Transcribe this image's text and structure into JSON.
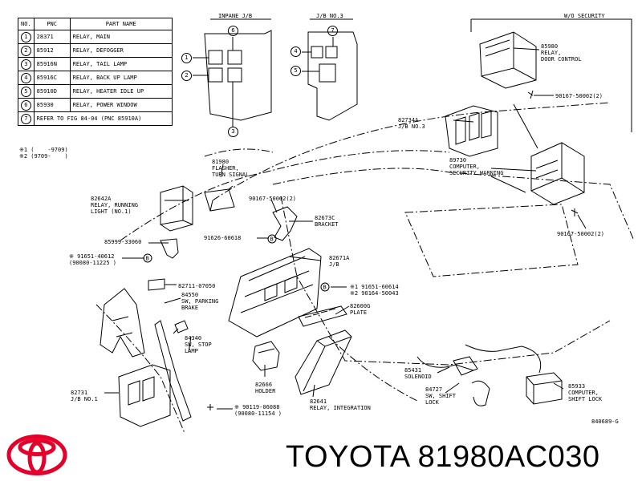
{
  "table": {
    "headers": [
      "NO.",
      "PNC",
      "PART NAME"
    ],
    "rows": [
      {
        "no": "1",
        "pnc": "28371",
        "name": "RELAY, MAIN"
      },
      {
        "no": "2",
        "pnc": "85912",
        "name": "RELAY, DEFOGGER"
      },
      {
        "no": "3",
        "pnc": "85916N",
        "name": "RELAY, TAIL LAMP"
      },
      {
        "no": "4",
        "pnc": "85916C",
        "name": "RELAY, BACK UP LAMP"
      },
      {
        "no": "5",
        "pnc": "85910D",
        "name": "RELAY, HEATER IDLE UP"
      },
      {
        "no": "6",
        "pnc": "85930",
        "name": "RELAY, POWER WINDOW"
      },
      {
        "no": "7",
        "pnc": "REFER TO FIG 84-04",
        "name": "(PNC 85910A)"
      }
    ]
  },
  "footnote": {
    "line1": "※1 (    -9709)",
    "line2": "※2 (9709-    )"
  },
  "insets": {
    "inpane": "INPANE J/B",
    "jb3": "J/B NO.3",
    "wo_security": "W/O SECURITY",
    "circles": [
      "1",
      "2",
      "3",
      "4",
      "5",
      "6",
      "7"
    ]
  },
  "callouts": {
    "c85980": "85980\nRELAY,\nDOOR CONTROL",
    "c90167a": "90167-50002(2)",
    "c82734A": "82734A\nJ/B NO.3",
    "c89730": "89730\nCOMPUTER,\nSECURITY WARNING",
    "c90167b": "90167-50002(2)",
    "c81980": "81980\nFLASHER,\nTURN SIGNAL",
    "c90167c": "90167-50002(2)",
    "c82642A": "82642A\nRELAY, RUNNING\nLIGHT (NO.1)",
    "c82673C": "82673C\nBRACKET",
    "c85999": "85999-33060",
    "c91626": "91626-60618",
    "c91651": "※ 91651-40612\n(90080-11225 )",
    "c82671A": "82671A\nJ/B",
    "c91651b": "※1 91651-60614\n※2 90164-50043",
    "c82711": "82711-07050",
    "c84550": "84550\nSW, PARKING\nBRAKE",
    "c82600G": "82600G\nPLATE",
    "c84340": "84340\nSW, STOP\nLAMP",
    "c85431": "85431\nSOLENOID",
    "c84727": "84727\nSW, SHIFT\nLOCK",
    "c85933": "85933\nCOMPUTER,\nSHIFT LOCK",
    "c82731": "82731\nJ/B NO.1",
    "c82666": "82666\nHOLDER",
    "c82641": "82641\nRELAY, INTEGRATION",
    "c90119": "※ 90119-06088\n(90080-11154 )",
    "figcode": "840689-G"
  },
  "brand_text": "TOYOTA 81980AC030",
  "colors": {
    "ink": "#000000",
    "logo": "#e4002b",
    "paper": "#ffffff"
  }
}
